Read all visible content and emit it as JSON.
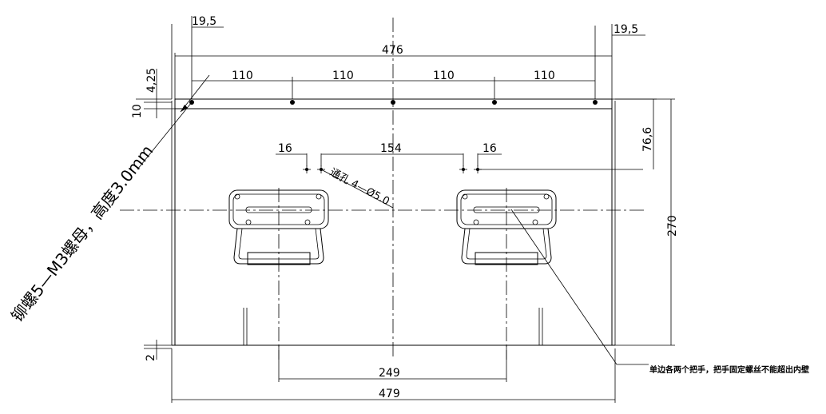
{
  "dimensions": {
    "d_19_5_left": "19,5",
    "d_19_5_right": "19,5",
    "d_476": "476",
    "d_4_25": "4,25",
    "d_10": "10",
    "d_110_a": "110",
    "d_110_b": "110",
    "d_110_c": "110",
    "d_110_d": "110",
    "d_76_6": "76,6",
    "d_16_left": "16",
    "d_154": "154",
    "d_16_right": "16",
    "d_270": "270",
    "d_2": "2",
    "d_249": "249",
    "d_479": "479"
  },
  "annotations": {
    "rivet_nut": "铆螺5—M3螺母，高度3.0mm",
    "holes": "通孔 4—Ø5.0",
    "handle_note": "单边各两个把手，把手固定螺丝不能超出内壁"
  }
}
